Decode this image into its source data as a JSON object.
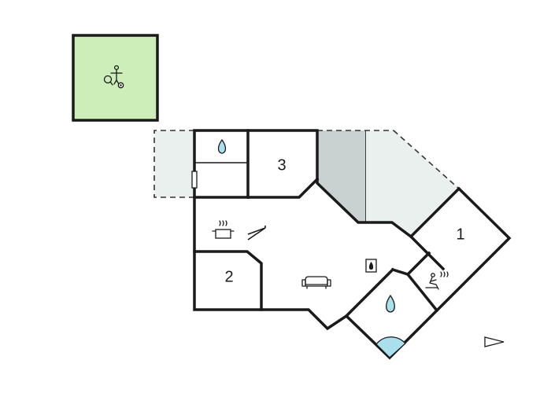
{
  "rooms": {
    "bedroom_1": {
      "label": "1"
    },
    "bedroom_2": {
      "label": "2"
    },
    "bedroom_3": {
      "label": "3"
    }
  },
  "colors": {
    "activity_room_fill": "#cdeeb9",
    "terrace_fill": "#e9f0ee",
    "covered_terrace_fill": "#c9d1d1",
    "water_drop": "#a9e0ec",
    "wall": "#1a1a1a"
  },
  "icons": {
    "activity_room": [
      "table-tennis-icon",
      "table-football-icon",
      "ball-icon"
    ],
    "bathroom_small": "water-drop-icon",
    "bathroom_large": "water-drop-icon",
    "kitchen": "cooking-pot-icon",
    "living_room": "sofa-icon",
    "fireplace": "fireplace-icon",
    "sauna": "sauna-icon",
    "north": "north-arrow-icon"
  }
}
